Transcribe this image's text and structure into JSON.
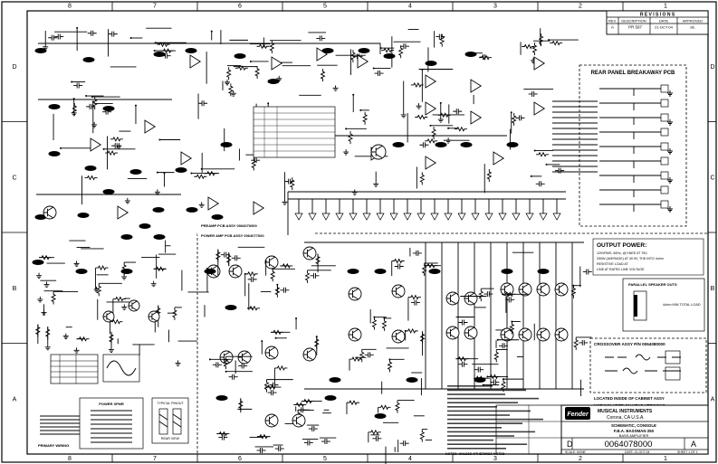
{
  "border": {
    "columns": [
      "8",
      "7",
      "6",
      "5",
      "4",
      "3",
      "2",
      "1"
    ],
    "rows": [
      "D",
      "C",
      "B",
      "A"
    ]
  },
  "revisions": {
    "title": "R E V I S I O N S",
    "headers": [
      "REV.",
      "DESCRIPTION",
      "DATE",
      "APPROVED"
    ],
    "rows": [
      [
        "A",
        "PR 597",
        "21-OCT-04",
        "dtL"
      ]
    ]
  },
  "blocks": {
    "rear_panel": "REAR PANEL BREAKAWAY PCB",
    "preamp_pcb": "PREAMP PCB ASSY 0064076000",
    "power_amp_pcb": "POWER AMP PCB ASSY 0064077000",
    "output_power_title": "OUTPUT POWER:",
    "output_power_lines": [
      "120VRMS, 60Hz, @ KNEE AT 75V,",
      "250W (AVERAGE) AT 40.9V, THD INTO 4ohm",
      "RESISTIVE LOAD AT",
      "LINE AT RATED LINE VOLTAGE."
    ],
    "parallel_speaker": "PARALLEL SPEAKER OUTS",
    "total_load": "4ohm MIN TOTAL LOAD",
    "crossover": "CROSSOVER ASSY P/N 0064080000",
    "located_note": "LOCATED INSIDE OF CABINET ASSY",
    "not_included": "NOT INCLUDED ON HEAD VERSIONS",
    "primary_wiring": "PRIMARY WIRING",
    "power_xfmr": "POWER XFMR",
    "rear_view": "REAR VIEW",
    "typical_pinout": "TYPICAL PINOUT",
    "notes_label": "NOTES: UNLESS OTHERWISE NOTED"
  },
  "title_block": {
    "company": "MUSICAL INSTRUMENTS",
    "location": "Corona, CA U.S.A.",
    "schematic_title": "SCHEMATIC, CONSOLE",
    "product": "F.B.A. BASSMAN 250",
    "type": "BASS AMPLIFIER",
    "size": "D",
    "drawing_number": "0064078000",
    "rev": "A",
    "scale": "SCALE: NONE",
    "date": "DATE: 21-OCT-04",
    "sheet": "SHEET 1 OF 1"
  }
}
